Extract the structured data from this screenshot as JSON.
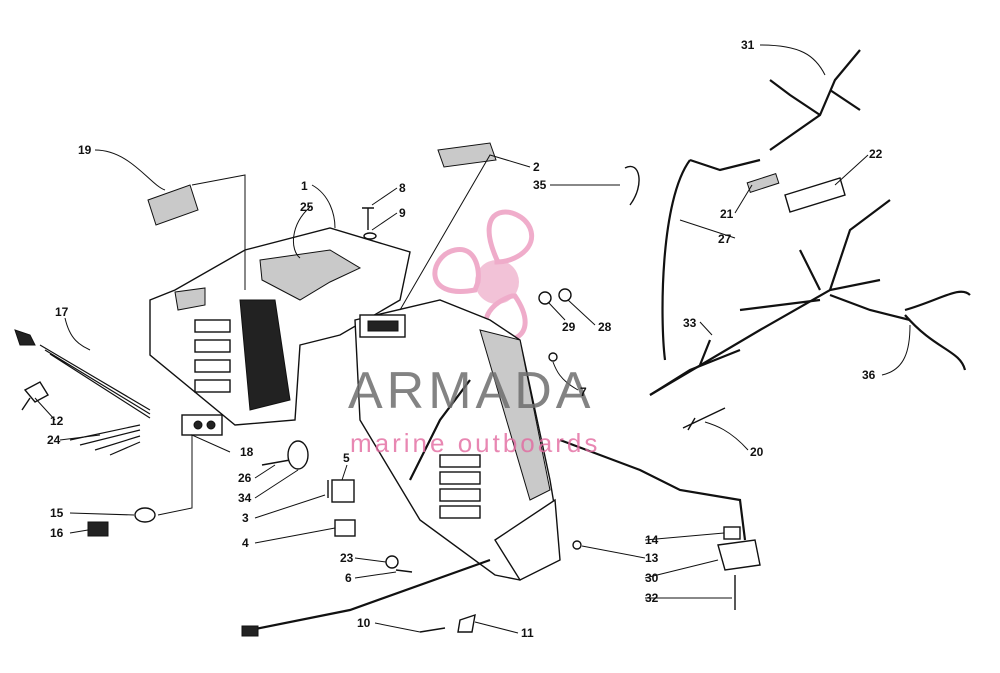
{
  "watermark": {
    "brand": "ARMADA",
    "tagline": "marine outboards",
    "brand_color": "#6e6e6e",
    "accent_color": "#e36aa0"
  },
  "callouts": [
    {
      "id": "c1",
      "label": "1"
    },
    {
      "id": "c2",
      "label": "2"
    },
    {
      "id": "c3",
      "label": "3"
    },
    {
      "id": "c4",
      "label": "4"
    },
    {
      "id": "c5",
      "label": "5"
    },
    {
      "id": "c6",
      "label": "6"
    },
    {
      "id": "c7",
      "label": "7"
    },
    {
      "id": "c8",
      "label": "8"
    },
    {
      "id": "c9",
      "label": "9"
    },
    {
      "id": "c10",
      "label": "10"
    },
    {
      "id": "c11",
      "label": "11"
    },
    {
      "id": "c12",
      "label": "12"
    },
    {
      "id": "c13",
      "label": "13"
    },
    {
      "id": "c14",
      "label": "14"
    },
    {
      "id": "c15",
      "label": "15"
    },
    {
      "id": "c16",
      "label": "16"
    },
    {
      "id": "c17",
      "label": "17"
    },
    {
      "id": "c18",
      "label": "18"
    },
    {
      "id": "c19",
      "label": "19"
    },
    {
      "id": "c20",
      "label": "20"
    },
    {
      "id": "c21",
      "label": "21"
    },
    {
      "id": "c22",
      "label": "22"
    },
    {
      "id": "c23",
      "label": "23"
    },
    {
      "id": "c24",
      "label": "24"
    },
    {
      "id": "c25",
      "label": "25"
    },
    {
      "id": "c26",
      "label": "26"
    },
    {
      "id": "c27",
      "label": "27"
    },
    {
      "id": "c28",
      "label": "28"
    },
    {
      "id": "c29",
      "label": "29"
    },
    {
      "id": "c30",
      "label": "30"
    },
    {
      "id": "c31",
      "label": "31"
    },
    {
      "id": "c32",
      "label": "32"
    },
    {
      "id": "c33",
      "label": "33"
    },
    {
      "id": "c34",
      "label": "34"
    },
    {
      "id": "c35",
      "label": "35"
    },
    {
      "id": "c36",
      "label": "36"
    }
  ]
}
